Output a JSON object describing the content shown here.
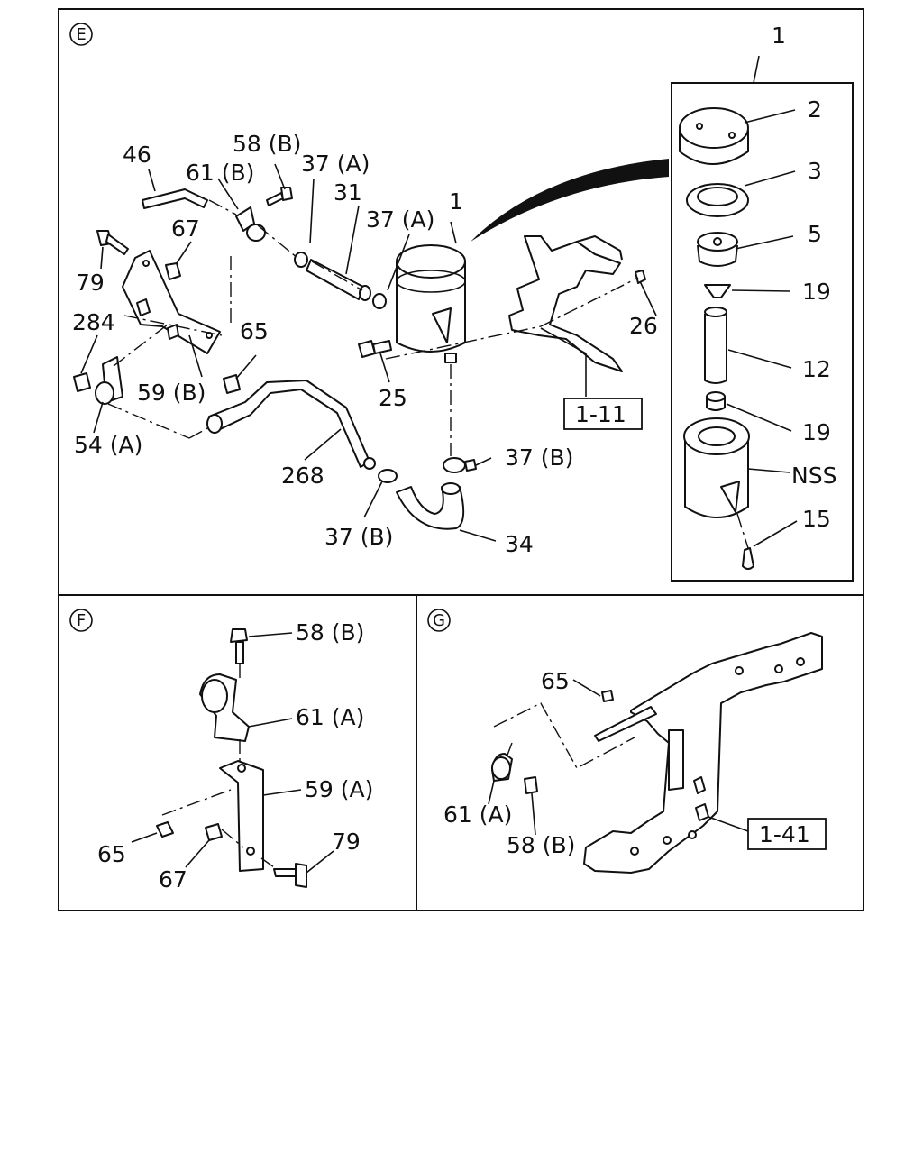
{
  "panels": {
    "e": {
      "tag": "E"
    },
    "f": {
      "tag": "F"
    },
    "g": {
      "tag": "G"
    }
  },
  "labels": {
    "e": {
      "l46": "46",
      "l58b": "58 (B)",
      "l37a_1": "37 (A)",
      "l61b": "61 (B)",
      "l31": "31",
      "l67": "67",
      "l79": "79",
      "l37a_2": "37 (A)",
      "l1_main": "1",
      "l284": "284",
      "l65": "65",
      "l59b": "59 (B)",
      "l25": "25",
      "l26": "26",
      "l54a": "54 (A)",
      "l268": "268",
      "l37b_1": "37 (B)",
      "l37b_2": "37 (B)",
      "l34": "34",
      "ref_1_11": "1-11",
      "kit_1": "1",
      "k2": "2",
      "k3": "3",
      "k5": "5",
      "k19a": "19",
      "k12": "12",
      "k19b": "19",
      "knss": "NSS",
      "k15": "15"
    },
    "f": {
      "l58b": "58 (B)",
      "l61a": "61 (A)",
      "l59a": "59 (A)",
      "l65": "65",
      "l67": "67",
      "l79": "79"
    },
    "g": {
      "l65": "65",
      "l61a": "61 (A)",
      "l58b": "58 (B)",
      "ref_1_41": "1-41"
    }
  }
}
